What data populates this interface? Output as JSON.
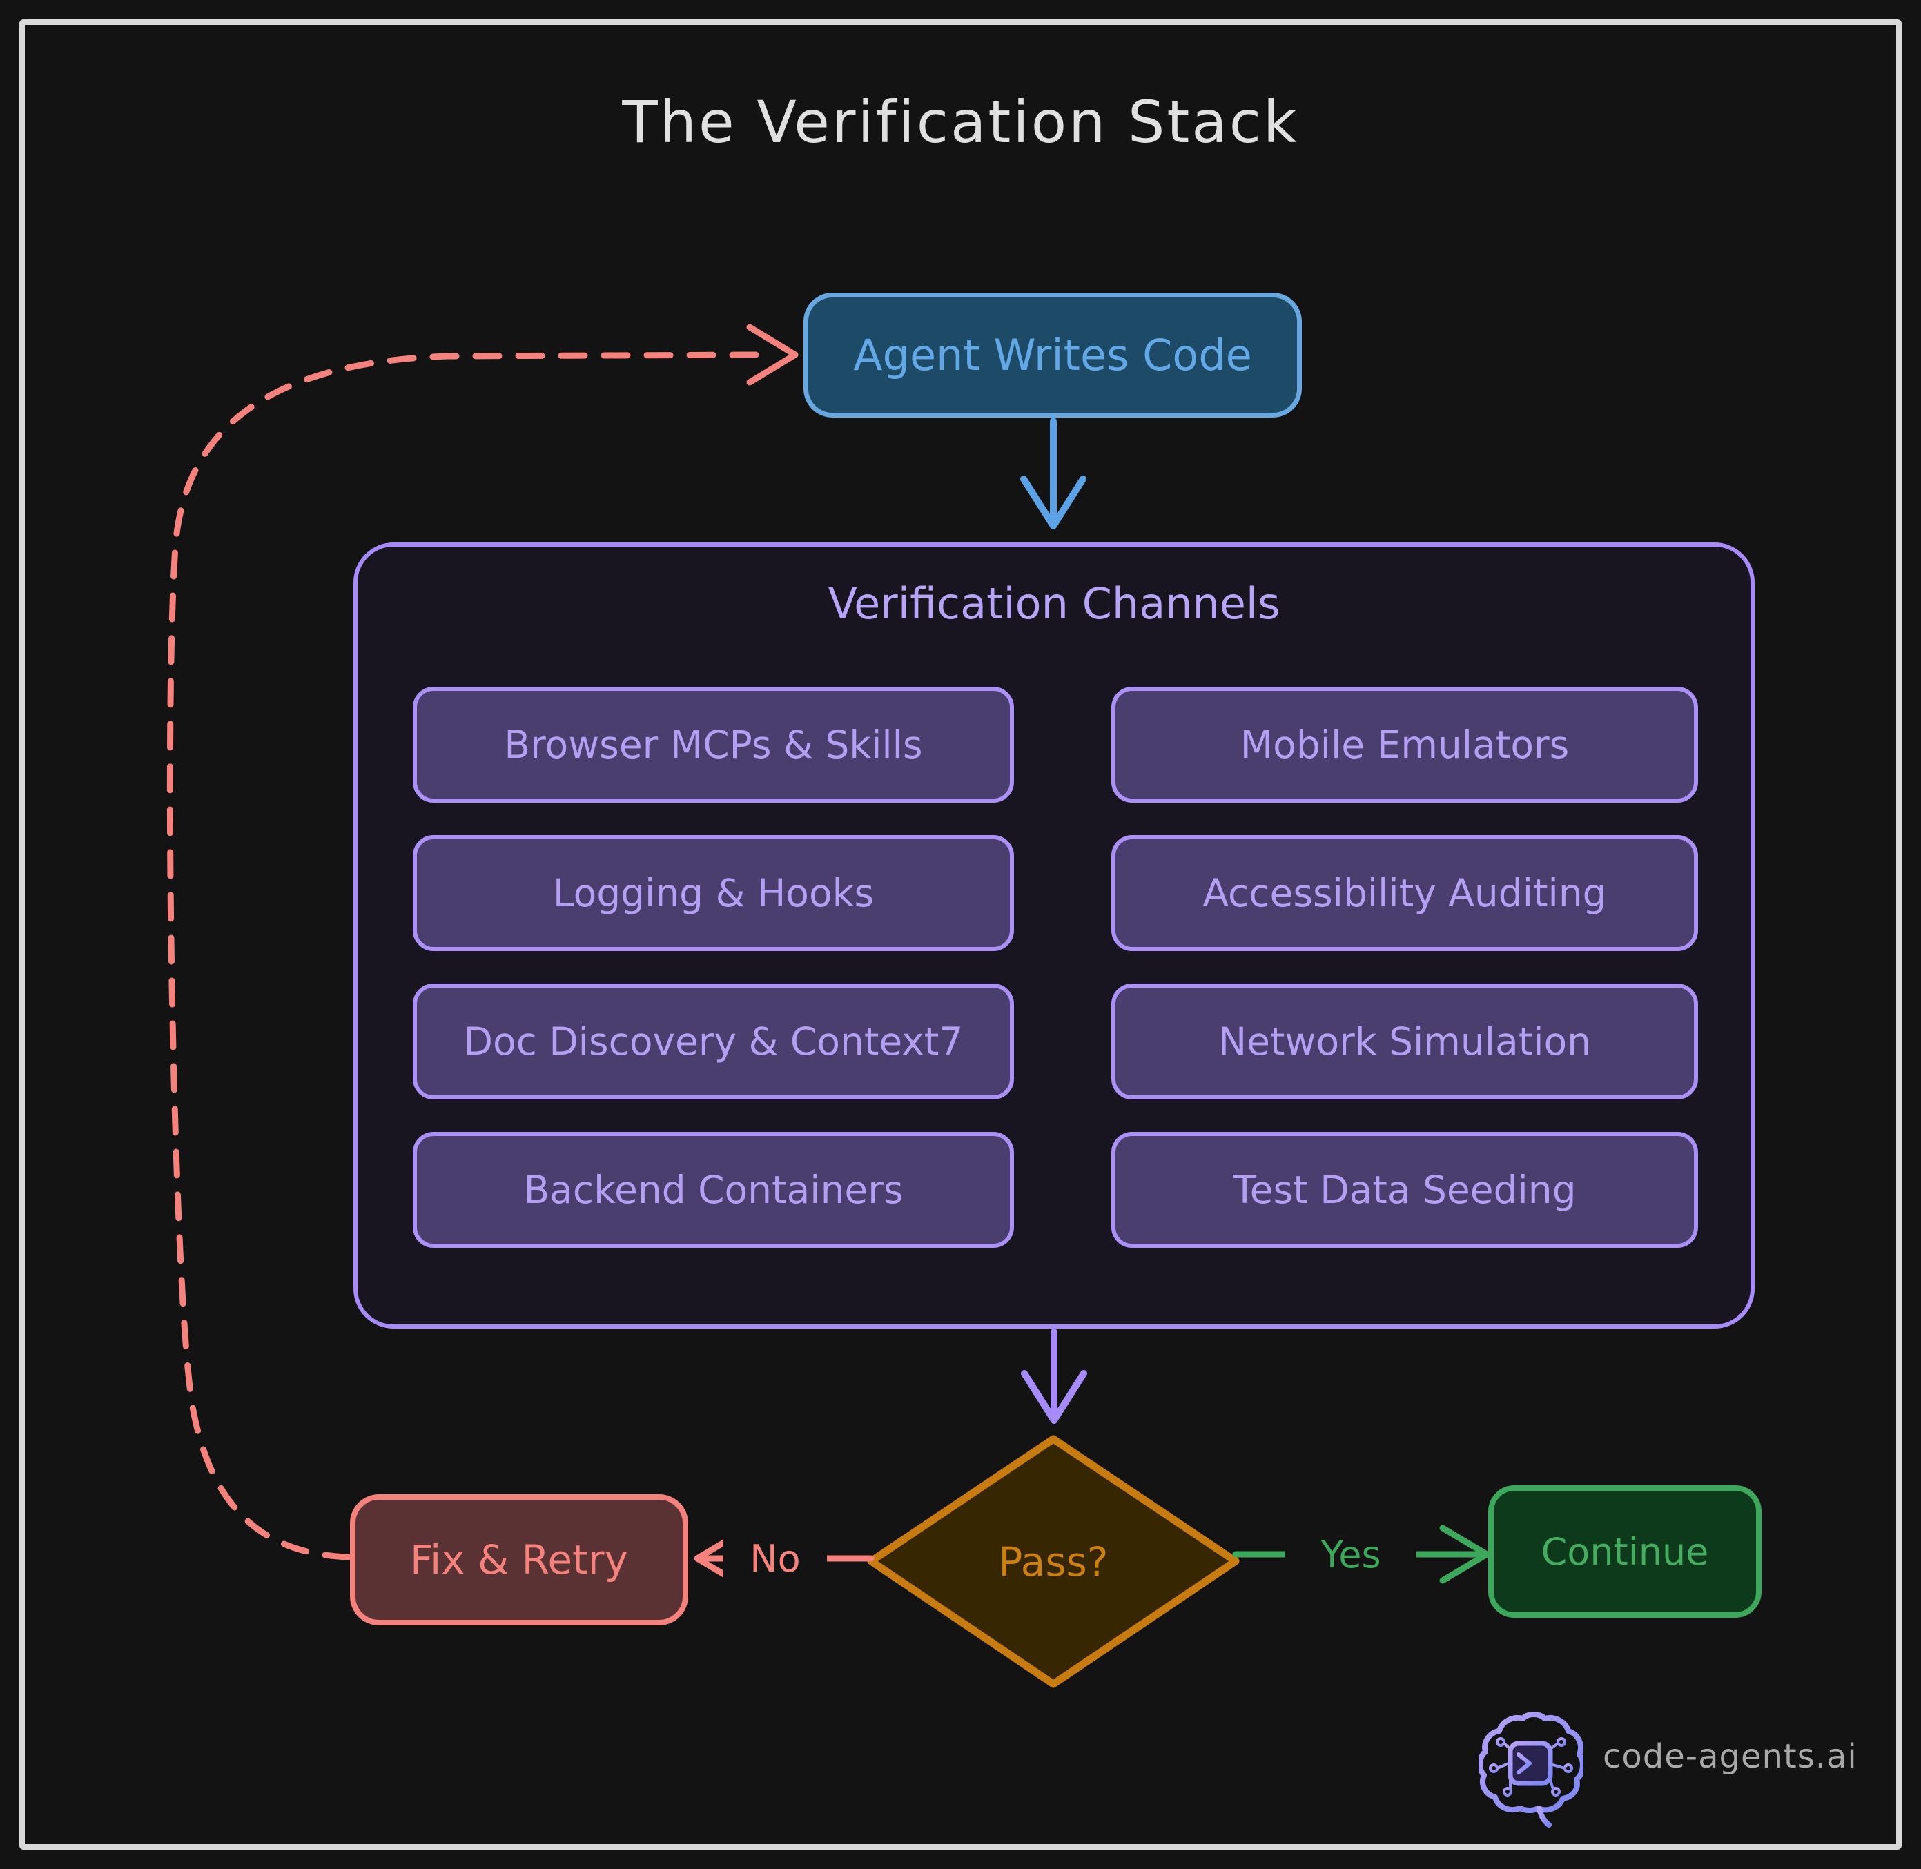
{
  "title": "The Verification Stack",
  "flow": {
    "agent_label": "Agent Writes Code",
    "container_title": "Verification Channels",
    "channels_left": [
      "Browser MCPs & Skills",
      "Logging & Hooks",
      "Doc Discovery & Context7",
      "Backend Containers"
    ],
    "channels_right": [
      "Mobile Emulators",
      "Accessibility Auditing",
      "Network Simulation",
      "Test Data Seeding"
    ],
    "decision_label": "Pass?",
    "yes_label": "Yes",
    "no_label": "No",
    "fail_label": "Fix & Retry",
    "success_label": "Continue"
  },
  "footer": {
    "brand": "code-agents.ai",
    "logo_icon": "brain-terminal-icon"
  },
  "colors": {
    "bg": "#131313",
    "frame": "#d9d9d9",
    "title": "#e0e0e0",
    "agent_fill": "#1d4a66",
    "agent_border": "#68a7e0",
    "agent_text": "#62a8e6",
    "arrow_blue": "#5ba3e6",
    "container_border": "#a78bfa",
    "container_fill": "#181521",
    "container_title": "#b8a4f6",
    "channel_fill": "#493e6d",
    "channel_border": "#ab90f5",
    "channel_text": "#b3a0f3",
    "arrow_purple": "#a78bfa",
    "diamond_fill": "#362602",
    "diamond_border": "#c77b10",
    "diamond_text": "#cc8013",
    "fail_fill": "#5a3233",
    "fail_border": "#f5827d",
    "fail_text": "#f5827d",
    "loop": "#f5827d",
    "success_fill": "#0d3a1b",
    "success_border": "#3da85c",
    "success_text": "#46ac60",
    "brand_text": "#a9a9a9",
    "logo_grad_start": "#b7a2f7",
    "logo_grad_end": "#7b86f2"
  }
}
